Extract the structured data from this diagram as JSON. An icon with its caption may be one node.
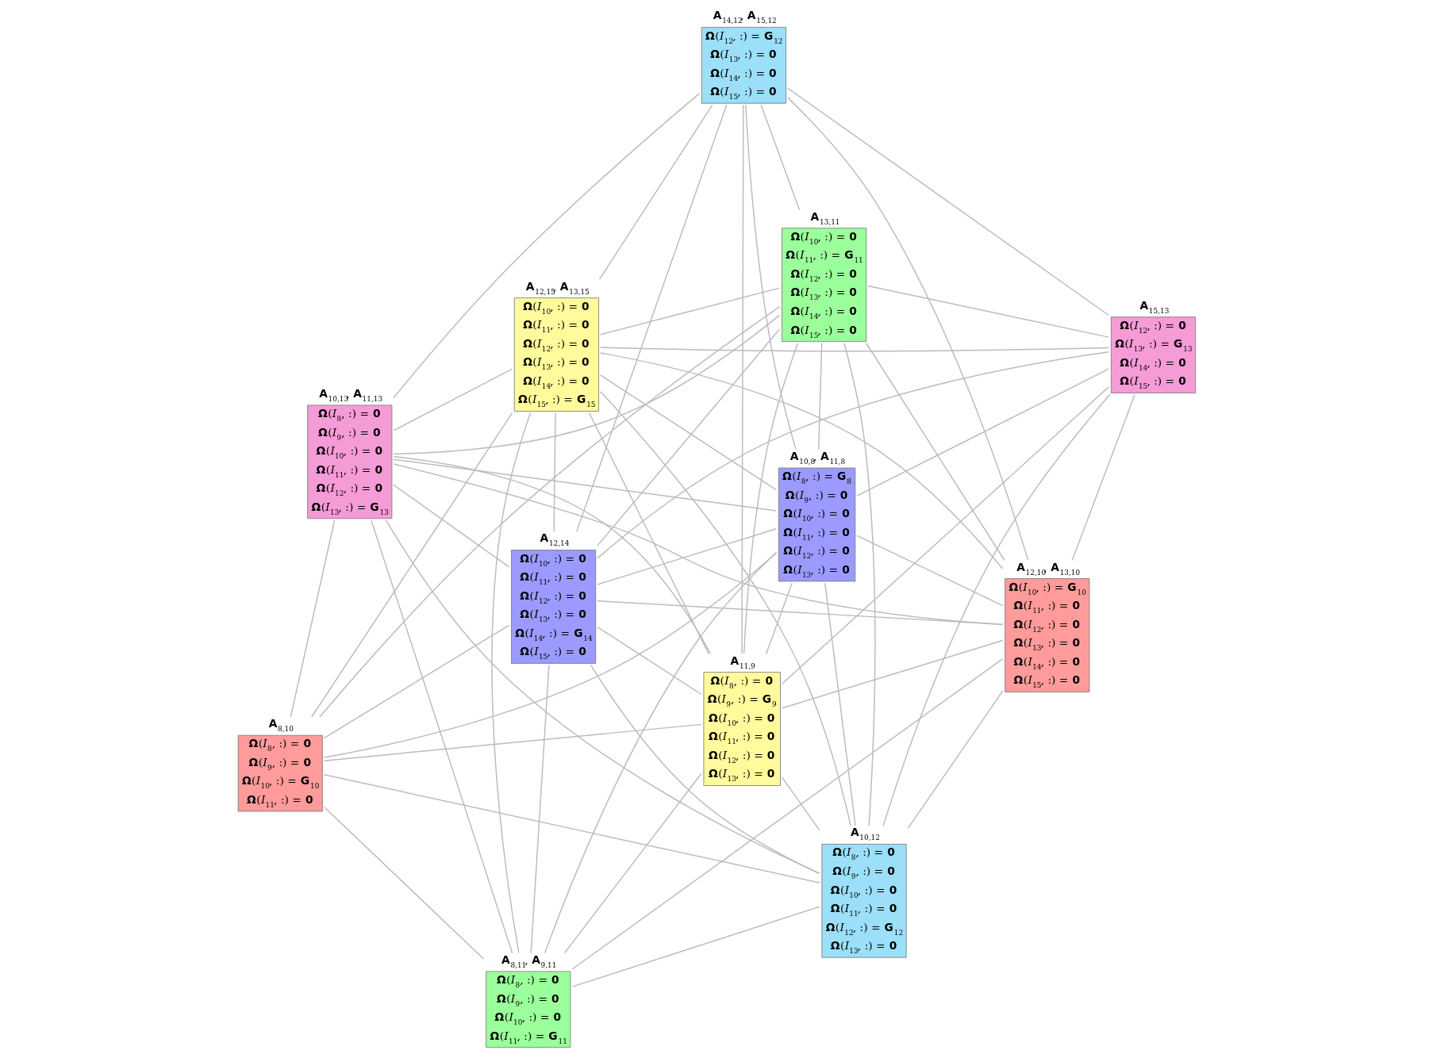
{
  "diagram": {
    "nodes": [
      {
        "text": [
          "**A**$_{12,14}$",
          "**Ω**(*I*$_{10}$, :) = **0**",
          "**Ω**(*I*$_{11}$, :) = **0**",
          "**Ω**(*I*$_{12}$, :) = **0**",
          "**Ω**(*I*$_{13}$, :) = **0**",
          "**Ω**(*I*$_{14}$, :) = **G**$_{14}$",
          "**Ω**(*I*$_{15}$, :) = **0**"
        ]
      },
      {
        "text": [
          "**A**$_{13,11}$",
          "**Ω**(*I*$_{10}$, :) = **0**",
          "**Ω**(*I*$_{11}$, :) = **G**$_{11}$",
          "**Ω**(*I*$_{12}$, :) = **0**",
          "**Ω**(*I*$_{13}$, :) = **0**",
          "**Ω**(*I*$_{14}$, :) = **0**",
          "**Ω**(*I*$_{15}$, :) = **0**"
        ]
      },
      {
        "text": [
          "**A**$_{8,10}$",
          "**Ω**(*I*$_{8}$, :) = **0**",
          "**Ω**(*I*$_{9}$, :) = **0**",
          "**Ω**(*I*$_{10}$, :) = **G**$_{10}$",
          "**Ω**(*I*$_{11}$, :) = **0**"
        ]
      },
      {
        "text": [
          "**A**$_{14,12}$, **A**$_{15,12}$",
          "**Ω**(*I*$_{12}$, :) = **G**$_{12}$",
          "**Ω**(*I*$_{13}$, :) = **0**",
          "**Ω**(*I*$_{14}$, :) = **0**",
          "**Ω**(*I*$_{15}$, :) = **0**"
        ]
      },
      {
        "text": [
          "**A**$_{10,8}$, **A**$_{11,8}$",
          "**Ω**(*I*$_{8}$, :) = **G**$_{8}$",
          "**Ω**(*I*$_{9}$, :) = **0**",
          "**Ω**(*I*$_{10}$, :) = **0**",
          "**Ω**(*I*$_{11}$, :) = **0**",
          "**Ω**(*I*$_{12}$, :) = **0**",
          "**Ω**(*I*$_{13}$, :) = **0**"
        ]
      },
      {
        "text": [
          "**A**$_{10,13}$, **A**$_{11,13}$",
          "**Ω**(*I*$_{8}$, :) = **0**",
          "**Ω**(*I*$_{9}$, :) = **0**",
          "**Ω**(*I*$_{10}$, :) = **0**",
          "**Ω**(*I*$_{11}$, :) = **0**",
          "**Ω**(*I*$_{12}$, :) = **0**",
          "**Ω**(*I*$_{13}$, :) = **G**$_{13}$"
        ]
      },
      {
        "text": [
          "**A**$_{11,9}$",
          "**Ω**(*I*$_{8}$, :) = **0**",
          "**Ω**(*I*$_{9}$, :) = **G**$_{9}$",
          "**Ω**(*I*$_{10}$, :) = **0**",
          "**Ω**(*I*$_{11}$, :) = **0**",
          "**Ω**(*I*$_{12}$, :) = **0**",
          "**Ω**(*I*$_{13}$, :) = **0**"
        ]
      },
      {
        "text": [
          "**A**$_{15,13}$",
          "**Ω**(*I*$_{12}$, :) = **0**",
          "**Ω**(*I*$_{13}$, :) = **G**$_{13}$",
          "**Ω**(*I*$_{14}$, :) = **0**",
          "**Ω**(*I*$_{15}$, :) = **0**"
        ]
      },
      {
        "text": [
          "**A**$_{10,12}$",
          "**Ω**(*I*$_{8}$, :) = **0**",
          "**Ω**(*I*$_{9}$, :) = **0**",
          "**Ω**(*I*$_{10}$, :) = **0**",
          "**Ω**(*I*$_{11}$, :) = **0**",
          "**Ω**(*I*$_{12}$, :) = **G**$_{12}$",
          "**Ω**(*I*$_{13}$, :) = **0**"
        ]
      },
      {
        "text": [
          "**A**$_{8,11}$, **A**$_{9,11}$",
          "**Ω**(*I*$_{8}$, :) = **0**",
          "**Ω**(*I*$_{9}$, :) = **0**",
          "**Ω**(*I*$_{10}$, :) = **0**",
          "**Ω**(*I*$_{11}$, :) = **G**$_{11}$"
        ]
      },
      {
        "text": [
          "**A**$_{12,10}$, **A**$_{13,10}$",
          "**Ω**(*I*$_{10}$, :) = **G**$_{10}$",
          "**Ω**(*I*$_{11}$, :) = **0**",
          "**Ω**(*I*$_{12}$, :) = **0**",
          "**Ω**(*I*$_{13}$, :) = **0**",
          "**Ω**(*I*$_{14}$, :) = **0**",
          "**Ω**(*I*$_{15}$, :) = **0**"
        ]
      },
      {
        "text": [
          "**A**$_{12,15}$, **A**$_{13,15}$",
          "**Ω**(*I*$_{10}$, :) = **0**",
          "**Ω**(*I*$_{11}$, :) = **0**",
          "**Ω**(*I*$_{12}$, :) = **0**",
          "**Ω**(*I*$_{13}$, :) = **0**",
          "**Ω**(*I*$_{14}$, :) = **0**",
          "**Ω**(*I*$_{15}$, :) = **G**$_{15}$"
        ]
      }
    ],
    "edges": [
      {
        "from": 0,
        "to": 1,
        "arrow": "none"
      },
      {
        "from": 0,
        "to": 2,
        "arrow": "none"
      },
      {
        "from": 0,
        "to": 3,
        "arrow": "none"
      },
      {
        "from": 0,
        "to": 4,
        "arrow": "none"
      },
      {
        "from": 0,
        "to": 5,
        "arrow": "none"
      },
      {
        "from": 0,
        "to": 6,
        "arrow": "none"
      },
      {
        "from": 0,
        "to": 7,
        "arrow": "none"
      },
      {
        "from": 0,
        "to": 8,
        "arrow": "none"
      },
      {
        "from": 0,
        "to": 9,
        "arrow": "none"
      },
      {
        "from": 0,
        "to": 10,
        "arrow": "none"
      },
      {
        "from": 0,
        "to": 11,
        "arrow": "none"
      },
      {
        "from": 1,
        "to": 2,
        "arrow": "none"
      },
      {
        "from": 1,
        "to": 3,
        "arrow": "none"
      },
      {
        "from": 1,
        "to": 4,
        "arrow": "none"
      },
      {
        "from": 1,
        "to": 5,
        "arrow": "none"
      },
      {
        "from": 1,
        "to": 6,
        "arrow": "none"
      },
      {
        "from": 1,
        "to": 7,
        "arrow": "none"
      },
      {
        "from": 1,
        "to": 8,
        "arrow": "none"
      },
      {
        "from": 1,
        "to": 10,
        "arrow": "none"
      },
      {
        "from": 1,
        "to": 11,
        "arrow": "none"
      },
      {
        "from": 2,
        "to": 4,
        "arrow": "none"
      },
      {
        "from": 2,
        "to": 5,
        "arrow": "none"
      },
      {
        "from": 2,
        "to": 6,
        "arrow": "none"
      },
      {
        "from": 2,
        "to": 8,
        "arrow": "none"
      },
      {
        "from": 2,
        "to": 9,
        "arrow": "none"
      },
      {
        "from": 2,
        "to": 11,
        "arrow": "none"
      },
      {
        "from": 3,
        "to": 4,
        "arrow": "none"
      },
      {
        "from": 3,
        "to": 5,
        "arrow": "none"
      },
      {
        "from": 3,
        "to": 6,
        "arrow": "none"
      },
      {
        "from": 3,
        "to": 7,
        "arrow": "none"
      },
      {
        "from": 3,
        "to": 10,
        "arrow": "none"
      },
      {
        "from": 3,
        "to": 11,
        "arrow": "none"
      },
      {
        "from": 4,
        "to": 5,
        "arrow": "none"
      },
      {
        "from": 4,
        "to": 6,
        "arrow": "none"
      },
      {
        "from": 4,
        "to": 7,
        "arrow": "none"
      },
      {
        "from": 4,
        "to": 8,
        "arrow": "none"
      },
      {
        "from": 4,
        "to": 9,
        "arrow": "none"
      },
      {
        "from": 4,
        "to": 10,
        "arrow": "none"
      },
      {
        "from": 4,
        "to": 11,
        "arrow": "none"
      },
      {
        "from": 5,
        "to": 6,
        "arrow": "none"
      },
      {
        "from": 5,
        "to": 8,
        "arrow": "none"
      },
      {
        "from": 5,
        "to": 9,
        "arrow": "none"
      },
      {
        "from": 5,
        "to": 10,
        "arrow": "none"
      },
      {
        "from": 5,
        "to": 11,
        "arrow": "none"
      },
      {
        "from": 6,
        "to": 7,
        "arrow": "none"
      },
      {
        "from": 6,
        "to": 8,
        "arrow": "none"
      },
      {
        "from": 6,
        "to": 9,
        "arrow": "none"
      },
      {
        "from": 6,
        "to": 10,
        "arrow": "none"
      },
      {
        "from": 6,
        "to": 11,
        "arrow": "none"
      },
      {
        "from": 7,
        "to": 8,
        "arrow": "none"
      },
      {
        "from": 7,
        "to": 10,
        "arrow": "none"
      },
      {
        "from": 7,
        "to": 11,
        "arrow": "none"
      },
      {
        "from": 8,
        "to": 9,
        "arrow": "none"
      },
      {
        "from": 8,
        "to": 10,
        "arrow": "none"
      },
      {
        "from": 8,
        "to": 11,
        "arrow": "none"
      },
      {
        "from": 9,
        "to": 10,
        "arrow": "none"
      },
      {
        "from": 9,
        "to": 11,
        "arrow": "none"
      },
      {
        "from": 10,
        "to": 11,
        "arrow": "none"
      }
    ]
  }
}
